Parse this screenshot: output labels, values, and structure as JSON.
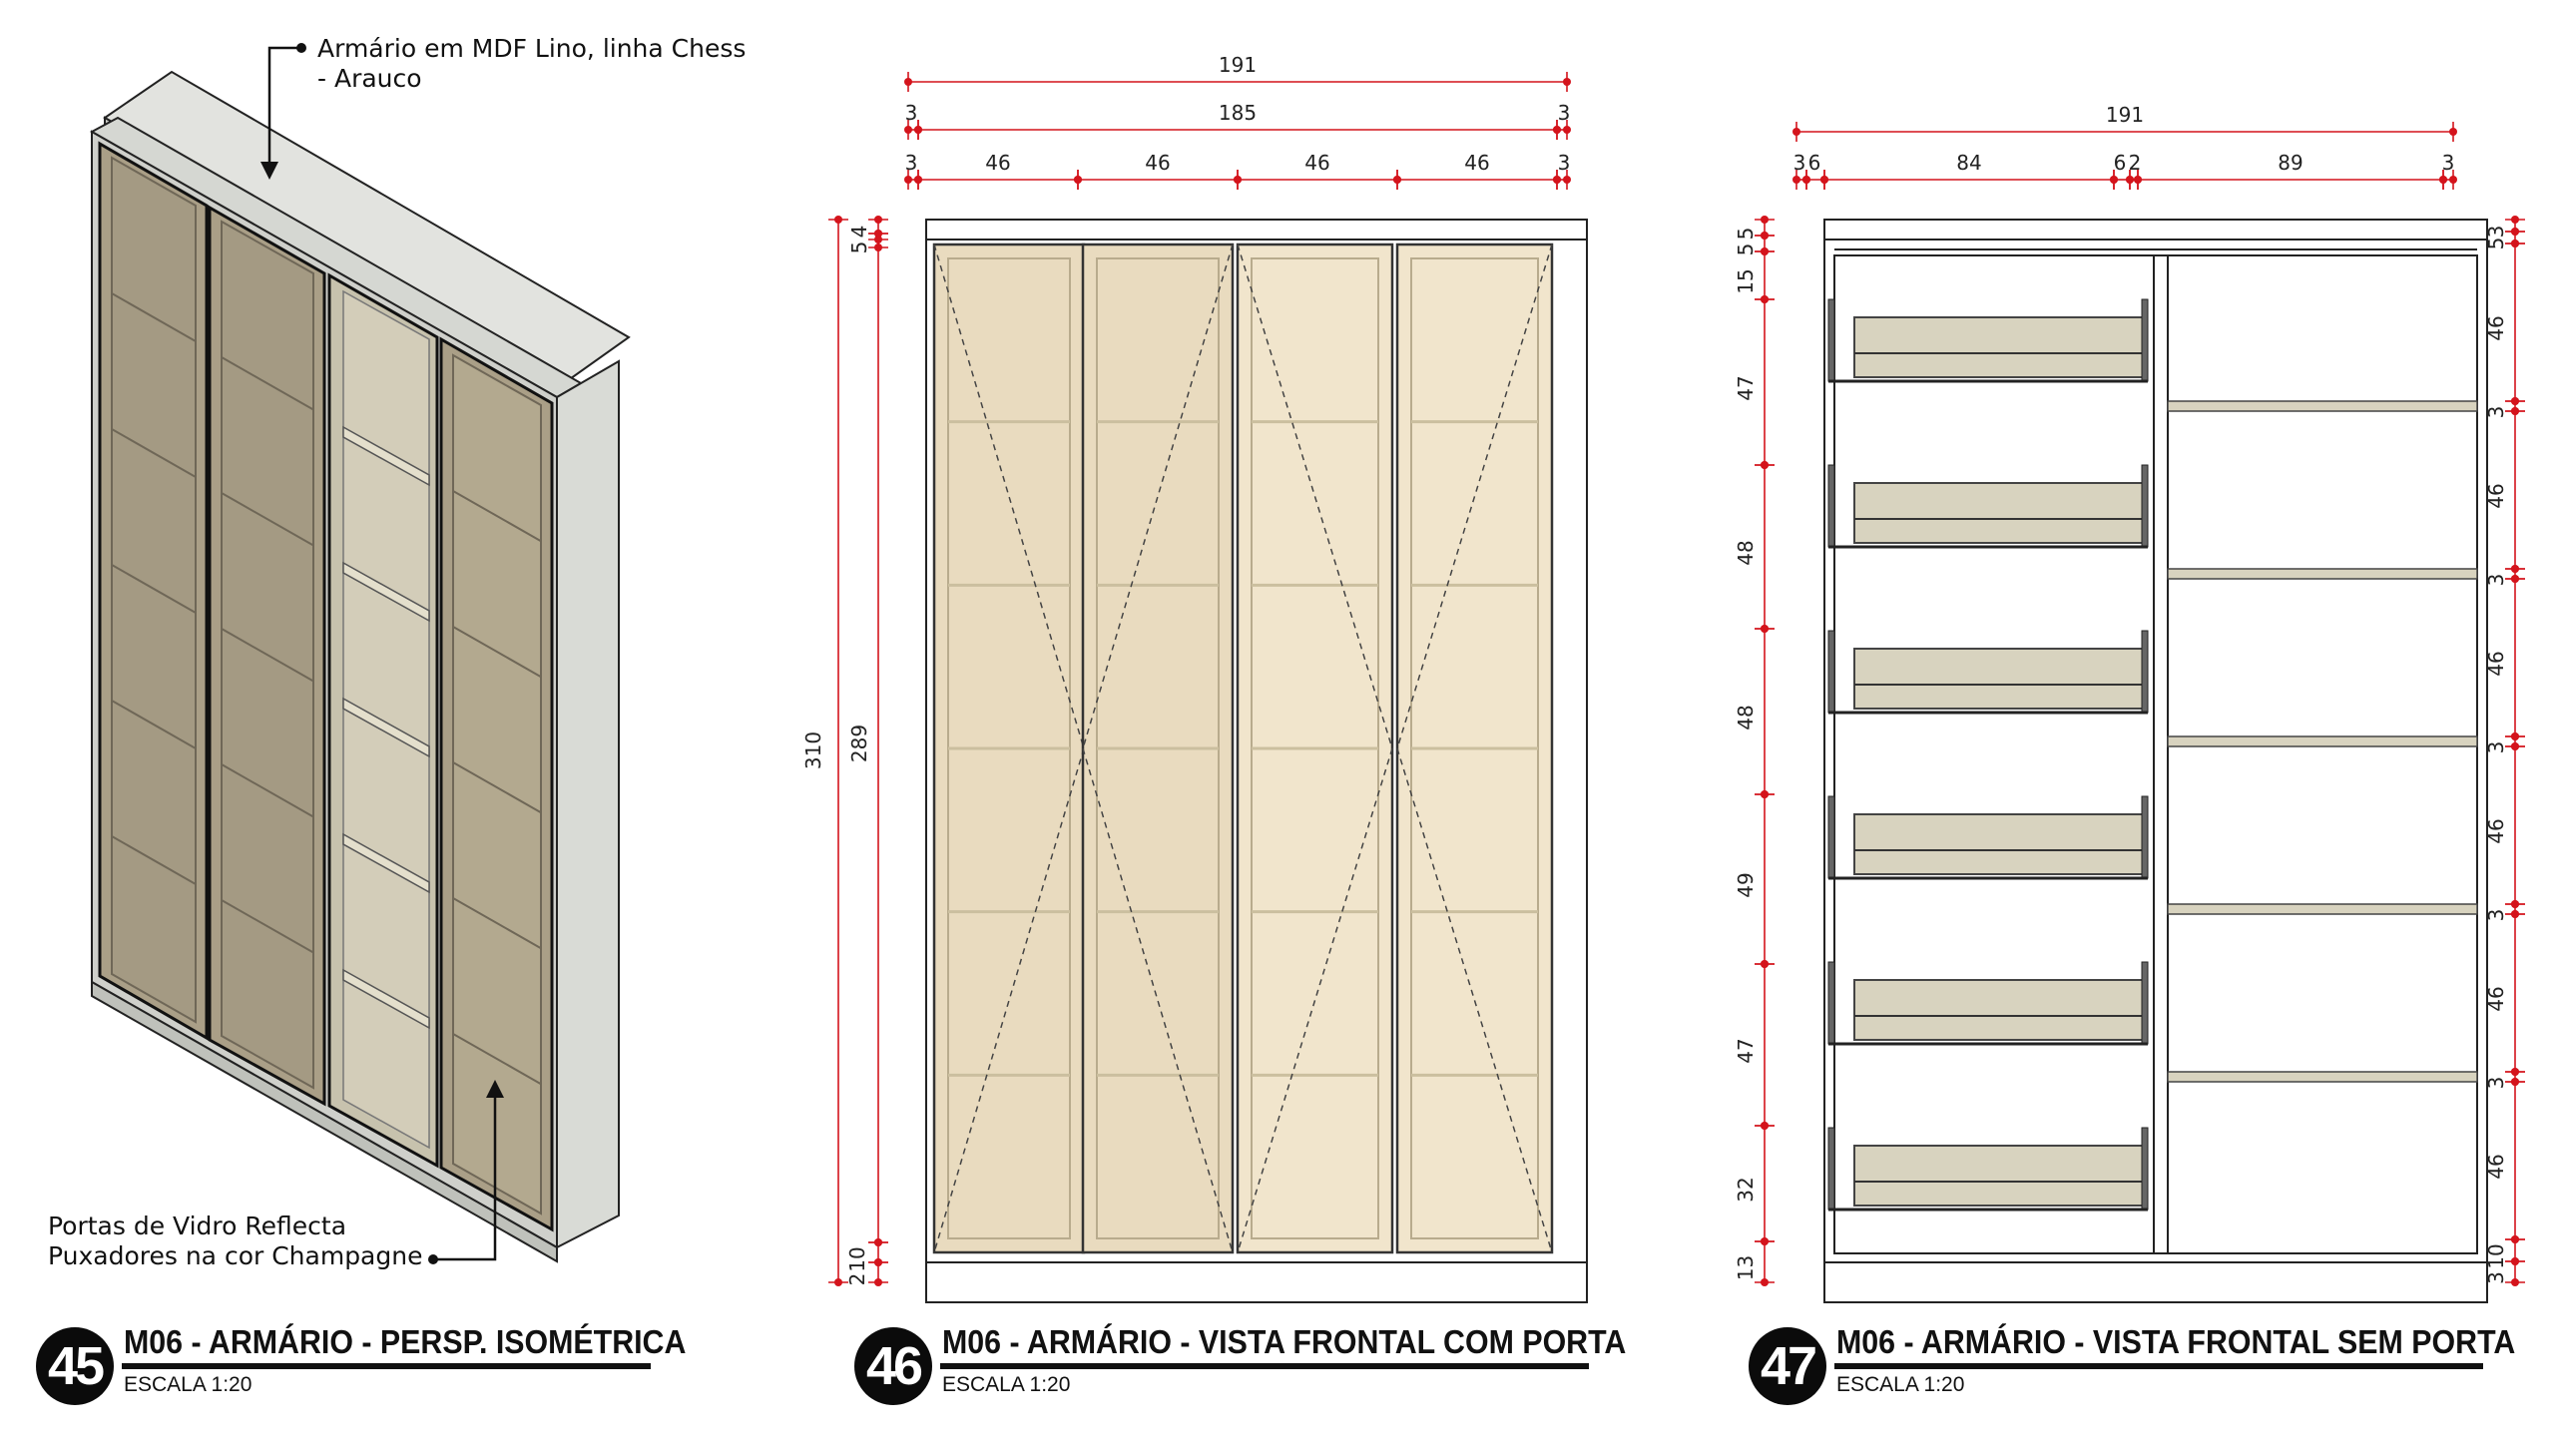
{
  "views": [
    {
      "number": "45",
      "title": "M06 - ARMÁRIO - PERSP. ISOMÉTRICA",
      "scale": "ESCALA 1:20",
      "notes": [
        "Armário em MDF Lino, linha Chess\n- Arauco",
        "Portas de Vidro Reflecta\nPuxadores na cor Champagne"
      ]
    },
    {
      "number": "46",
      "title": "M06 - ARMÁRIO - VISTA FRONTAL COM PORTA",
      "scale": "ESCALA 1:20",
      "dims_top": [
        "191",
        "3",
        "185",
        "3",
        "3",
        "46",
        "46",
        "46",
        "46",
        "3"
      ],
      "dims_left": [
        "4",
        "5",
        "310",
        "289",
        "10",
        "2"
      ]
    },
    {
      "number": "47",
      "title": "M06 - ARMÁRIO - VISTA FRONTAL SEM PORTA",
      "scale": "ESCALA 1:20",
      "dims_top": [
        "191",
        "3",
        "6",
        "84",
        "6",
        "2",
        "89",
        "3"
      ],
      "dims_left": [
        "5",
        "5",
        "15",
        "47",
        "48",
        "48",
        "49",
        "47",
        "32",
        "13"
      ],
      "dims_right": [
        "3",
        "5",
        "46",
        "3",
        "46",
        "3",
        "46",
        "3",
        "46",
        "3",
        "46",
        "3",
        "46",
        "10",
        "3"
      ]
    }
  ],
  "colors": {
    "glass": "#e9dbbf",
    "glass_light": "#f1e5cc",
    "iso_glass": "#aa9f87",
    "mdf_side": "#d9dbd6",
    "shelf": "#d8d3bf",
    "dimension": "#d4141c",
    "ink": "#111111"
  }
}
